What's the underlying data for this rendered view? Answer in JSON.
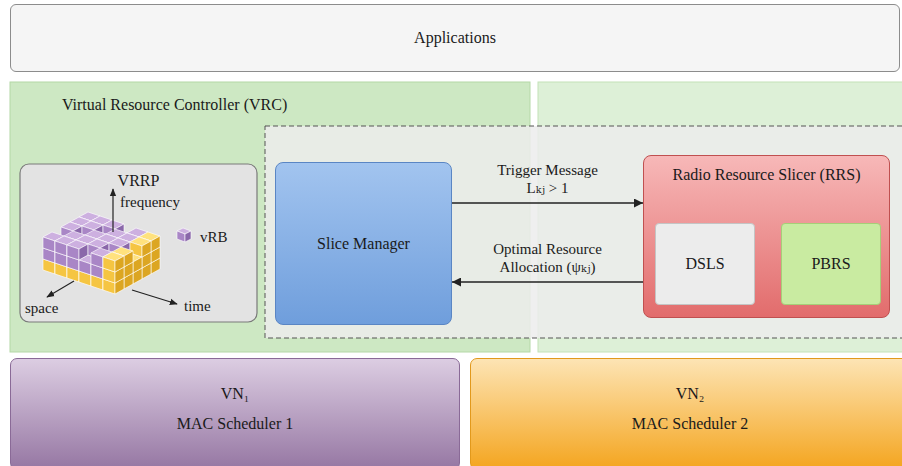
{
  "diagram": {
    "nodes": [
      {
        "text": [
          "Applications"
        ]
      },
      {
        "text": [
          "Virtual Resource Controller (VRC)"
        ]
      },
      {
        "text": [
          "VRRP"
        ],
        "in": 1
      },
      {
        "text": [
          "Slice Manager"
        ],
        "in": 1
      },
      {
        "text": [
          "Radio Resource Slicer (RRS)"
        ]
      },
      {
        "text": [
          "DSLS"
        ],
        "in": 4
      },
      {
        "text": [
          "PBRS"
        ],
        "in": 4
      },
      {
        "text": [
          "VN₁",
          "MAC Scheduler 1"
        ]
      },
      {
        "text": [
          "VN₂",
          "MAC Scheduler 2"
        ]
      }
    ],
    "edges": [
      {
        "from": 3,
        "to": 4,
        "arrow": "to",
        "label": "Trigger Message Lₖⱼ > 1"
      },
      {
        "from": 4,
        "to": 3,
        "arrow": "to",
        "label": "Optimal Resource Allocation (ψₖⱼ)"
      }
    ],
    "labels": [
      "frequency",
      "vRB",
      "space",
      "time"
    ]
  }
}
